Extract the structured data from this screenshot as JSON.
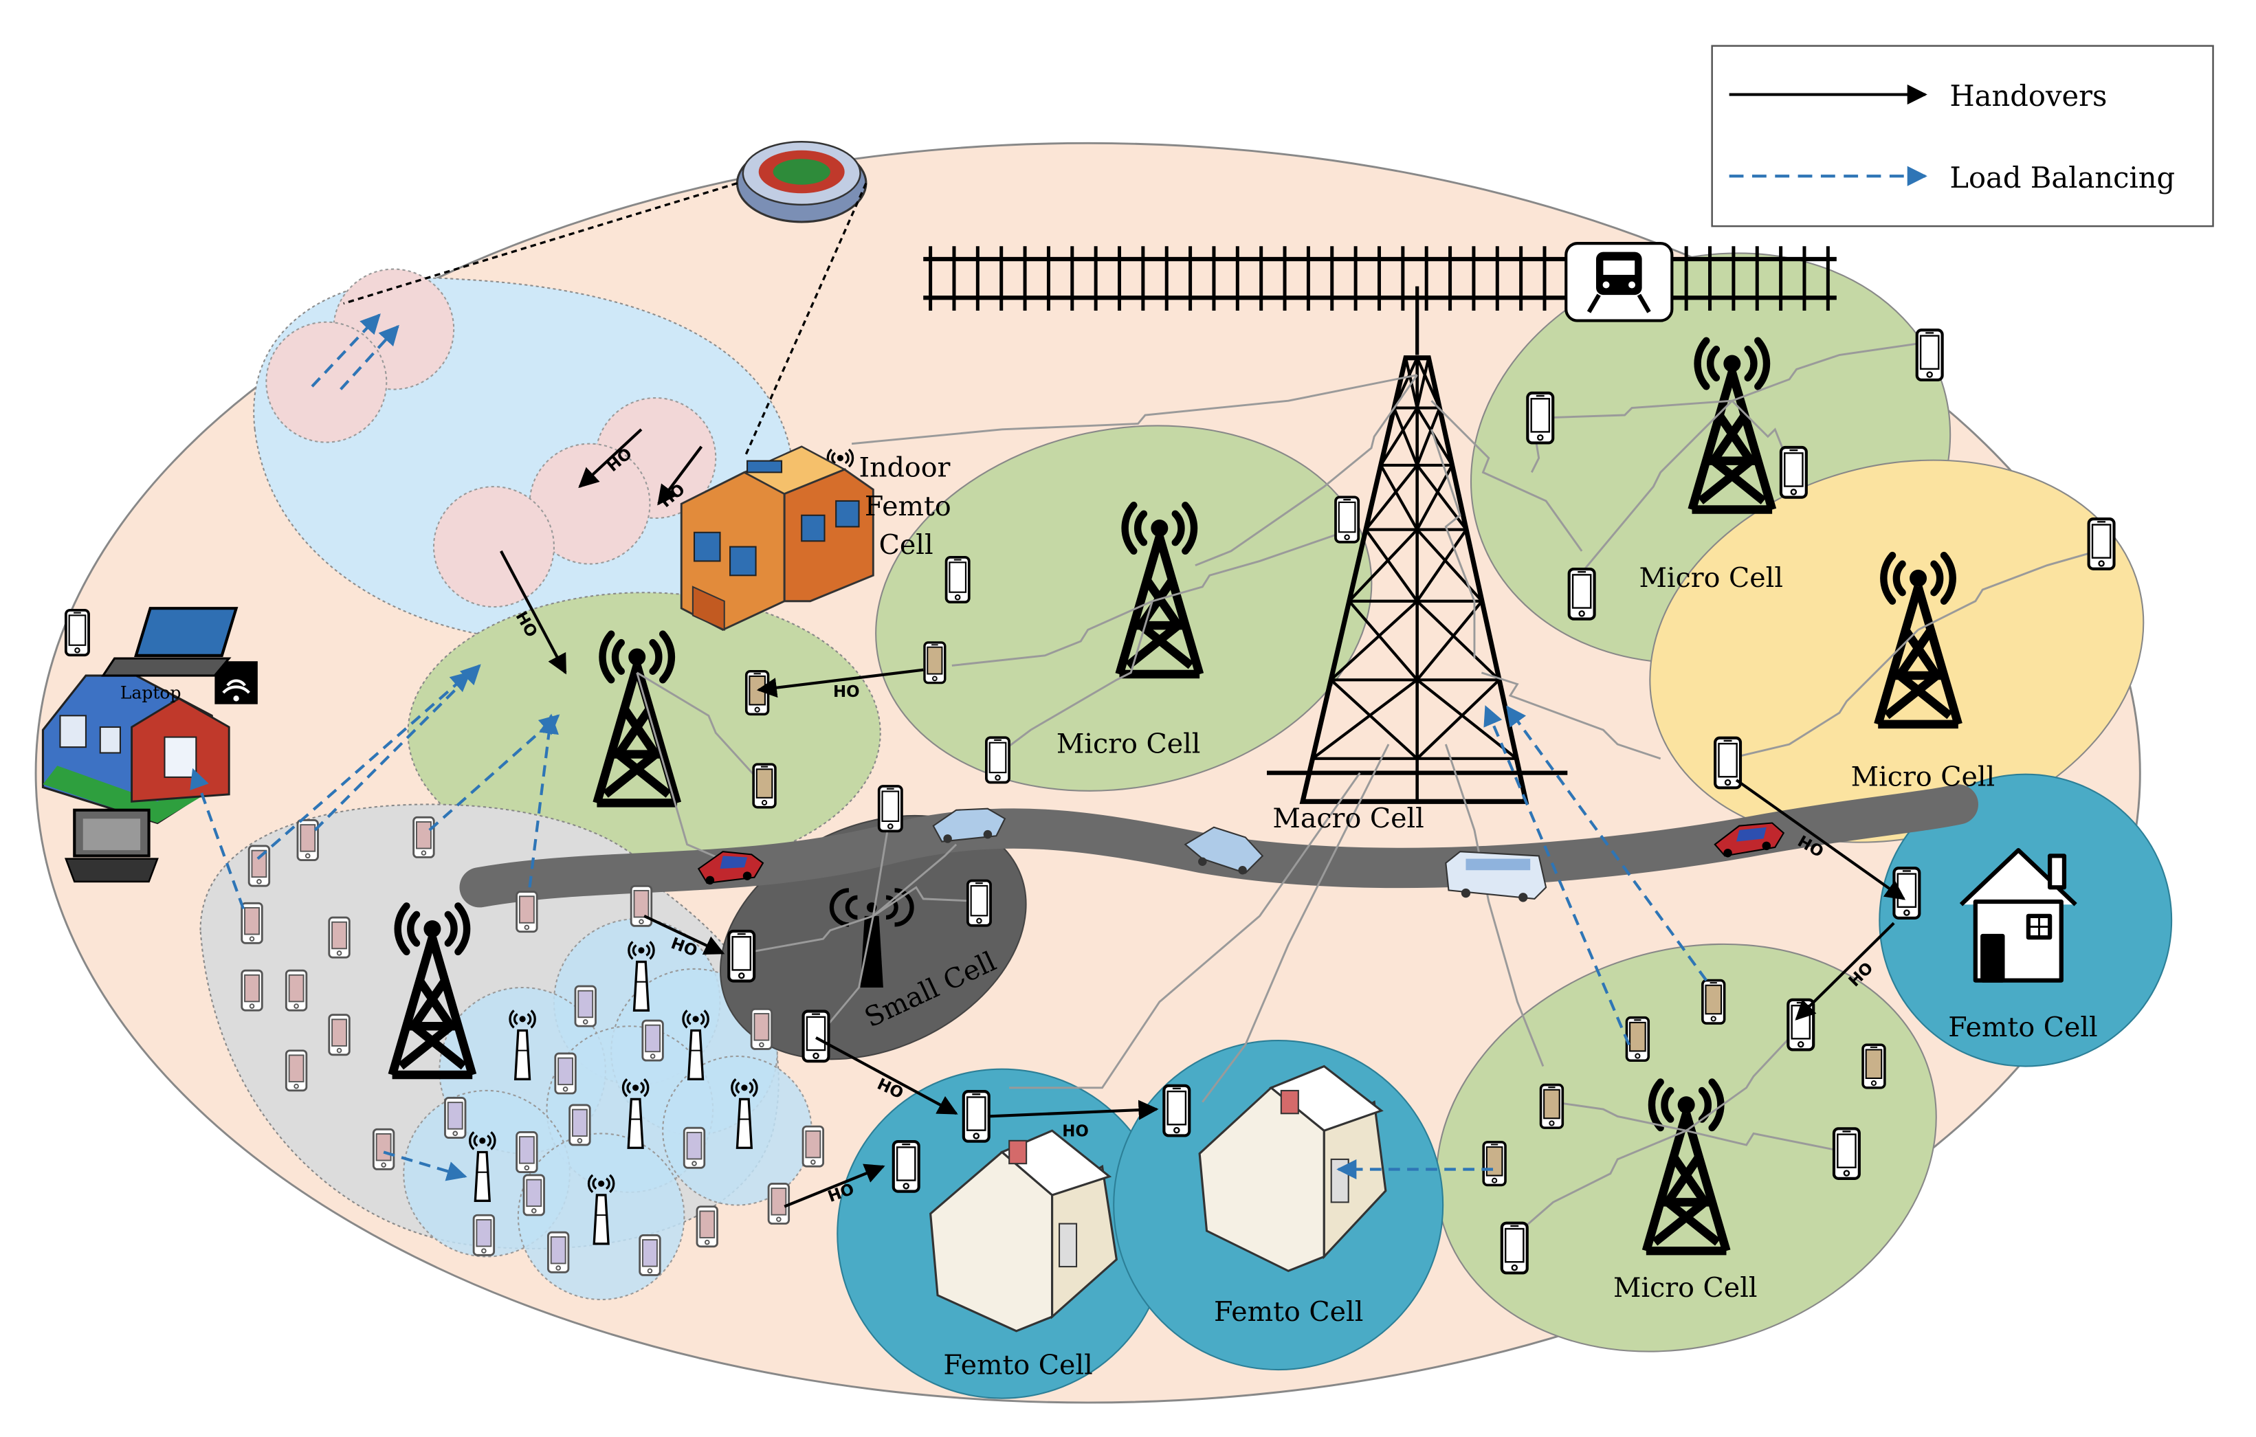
{
  "legend": {
    "handovers": "Handovers",
    "load_balancing": "Load Balancing"
  },
  "labels": {
    "indoor_femto_line1": "Indoor",
    "indoor_femto_line2": "Femto",
    "indoor_femto_line3": "Cell",
    "micro_cell_center": "Micro Cell",
    "micro_cell_top_right": "Micro Cell",
    "micro_cell_yellow": "Micro Cell",
    "micro_cell_bottom_right": "Micro Cell",
    "macro_cell": "Macro Cell",
    "small_cell": "Small Cell",
    "femto_cell_right": "Femto Cell",
    "femto_cell_bottom_middle": "Femto Cell",
    "femto_cell_bottom_left": "Femto Cell",
    "laptop": "Laptop"
  },
  "handover_label": "HO",
  "colors": {
    "outer_region": "#fbe5d6",
    "pico_blue": "#cfe8f8",
    "micro_green": "#c5d8a5",
    "small_cell_grey": "#5f5f5f",
    "yellow_micro": "#fbe3a0",
    "femto_teal": "#4aabc6",
    "handover_arrow": "#000000",
    "load_balancing_arrow": "#2e75b6"
  }
}
